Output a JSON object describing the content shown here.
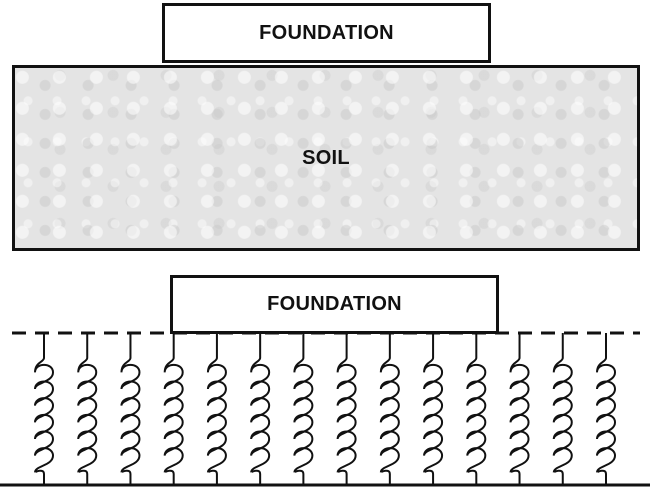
{
  "top_model": {
    "foundation_label": "FOUNDATION",
    "soil_label": "SOIL"
  },
  "winkler_model": {
    "foundation_label": "FOUNDATION",
    "spring_count": 14
  },
  "colors": {
    "stroke": "#111111",
    "soil_fill": "#e4e4e4",
    "background": "#ffffff"
  }
}
